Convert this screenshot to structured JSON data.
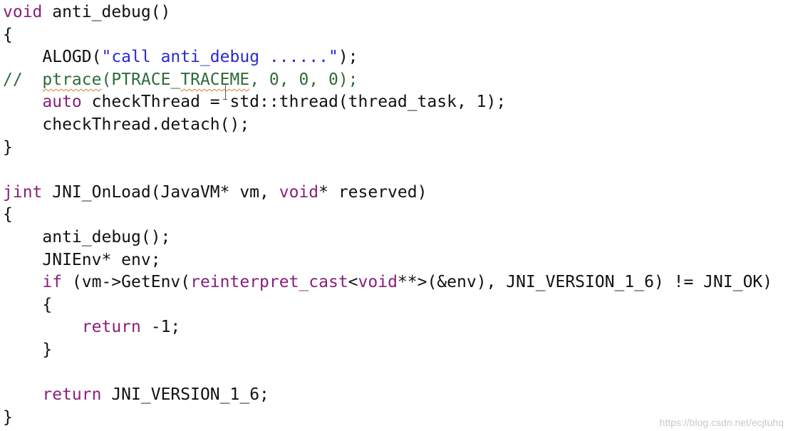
{
  "lines": [
    [
      {
        "t": "kw",
        "v": "void"
      },
      {
        "t": "plain",
        "v": " anti_debug()"
      }
    ],
    [
      {
        "t": "plain",
        "v": "{"
      }
    ],
    [
      {
        "t": "plain",
        "v": "    ALOGD("
      },
      {
        "t": "str",
        "v": "\"call anti_debug ......\""
      },
      {
        "t": "plain",
        "v": ");"
      }
    ],
    [
      {
        "t": "comment",
        "v": "//  "
      },
      {
        "t": "comment-squiggle",
        "v": "ptrace"
      },
      {
        "t": "comment",
        "v": "(PTRACE_"
      },
      {
        "t": "comment-squiggle",
        "v": "TRACEME"
      },
      {
        "t": "comment",
        "v": ", 0, 0, 0);"
      }
    ],
    [
      {
        "t": "plain",
        "v": "    "
      },
      {
        "t": "kw",
        "v": "auto"
      },
      {
        "t": "plain",
        "v": " checkThread = std::thread(thread_task, 1);"
      }
    ],
    [
      {
        "t": "plain",
        "v": "    checkThread.detach();"
      }
    ],
    [
      {
        "t": "plain",
        "v": "}"
      }
    ],
    [],
    [
      {
        "t": "kw",
        "v": "jint"
      },
      {
        "t": "plain",
        "v": " JNI_OnLoad(JavaVM* vm, "
      },
      {
        "t": "kw",
        "v": "void"
      },
      {
        "t": "plain",
        "v": "* reserved)"
      }
    ],
    [
      {
        "t": "plain",
        "v": "{"
      }
    ],
    [
      {
        "t": "plain",
        "v": "    anti_debug();"
      }
    ],
    [
      {
        "t": "plain",
        "v": "    JNIEnv* env;"
      }
    ],
    [
      {
        "t": "plain",
        "v": "    "
      },
      {
        "t": "kw",
        "v": "if"
      },
      {
        "t": "plain",
        "v": " (vm->GetEnv("
      },
      {
        "t": "kw",
        "v": "reinterpret_cast"
      },
      {
        "t": "plain",
        "v": "<"
      },
      {
        "t": "kw",
        "v": "void"
      },
      {
        "t": "plain",
        "v": "**>(&env), JNI_VERSION_1_6) != JNI_OK)"
      }
    ],
    [
      {
        "t": "plain",
        "v": "    {"
      }
    ],
    [
      {
        "t": "plain",
        "v": "        "
      },
      {
        "t": "kw",
        "v": "return"
      },
      {
        "t": "plain",
        "v": " -1;"
      }
    ],
    [
      {
        "t": "plain",
        "v": "    }"
      }
    ],
    [],
    [
      {
        "t": "plain",
        "v": "    "
      },
      {
        "t": "kw",
        "v": "return"
      },
      {
        "t": "plain",
        "v": " JNI_VERSION_1_6;"
      }
    ],
    [
      {
        "t": "plain",
        "v": "}"
      }
    ]
  ],
  "cursor": {
    "icon": "ibeam-cursor-icon"
  },
  "watermark": "https://blog.csdn.net/ecjtuhq",
  "colors": {
    "background": "#ffffff",
    "keyword": "#8a1f7a",
    "string": "#2a2ad0",
    "comment": "#2e6b3a",
    "plain": "#111111",
    "squiggle": "#d07a2a"
  }
}
